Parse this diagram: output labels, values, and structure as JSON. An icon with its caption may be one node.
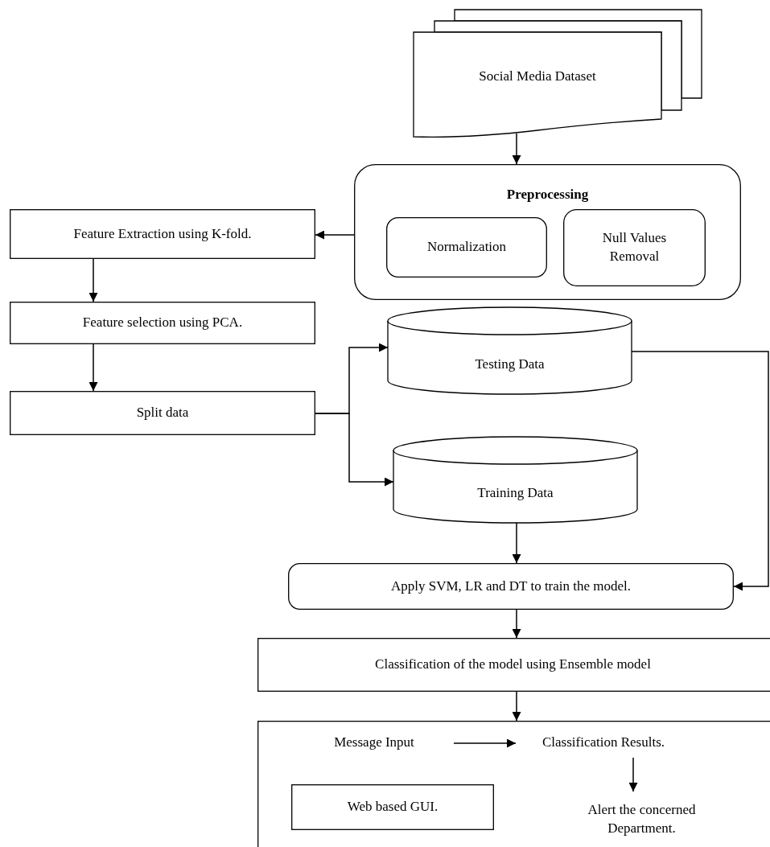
{
  "diagram": {
    "nodes": [
      {
        "text": [
          "Social Media Dataset"
        ]
      },
      {
        "text": [
          "Preprocessing"
        ]
      },
      {
        "text": [
          "Normalization"
        ],
        "in": 1
      },
      {
        "text": [
          "Null Values Removal"
        ],
        "in": 1
      },
      {
        "text": [
          "Feature Extraction using K-fold."
        ]
      },
      {
        "text": [
          "Feature selection using PCA."
        ]
      },
      {
        "text": [
          "Split data"
        ]
      },
      {
        "text": [
          "Testing Data"
        ]
      },
      {
        "text": [
          "Training Data"
        ]
      },
      {
        "text": [
          "Apply SVM, LR and DT to train the model."
        ]
      },
      {
        "text": [
          "Classification of the model using Ensemble model"
        ]
      },
      {
        "text": [],
        "shape": "box"
      },
      {
        "text": [
          "Message Input"
        ],
        "in": 11
      },
      {
        "text": [
          "Classification Results."
        ],
        "in": 11
      },
      {
        "text": [
          "Web based GUI."
        ],
        "in": 11
      },
      {
        "text": [
          "Alert the concerned Department."
        ],
        "in": 11
      }
    ],
    "edges": [
      {
        "from": 0,
        "to": 1,
        "arrow": "to"
      },
      {
        "from": 1,
        "to": 4,
        "arrow": "to"
      },
      {
        "from": 4,
        "to": 5,
        "arrow": "to"
      },
      {
        "from": 5,
        "to": 6,
        "arrow": "to"
      },
      {
        "from": 6,
        "to": 7,
        "arrow": "to"
      },
      {
        "from": 6,
        "to": 8,
        "arrow": "to"
      },
      {
        "from": 8,
        "to": 9,
        "arrow": "to"
      },
      {
        "from": 7,
        "to": 9,
        "arrow": "to"
      },
      {
        "from": 9,
        "to": 10,
        "arrow": "to"
      },
      {
        "from": 10,
        "to": 11,
        "arrow": "to"
      },
      {
        "from": 12,
        "to": 13,
        "arrow": "to"
      },
      {
        "from": 13,
        "to": 15,
        "arrow": "to"
      }
    ]
  }
}
